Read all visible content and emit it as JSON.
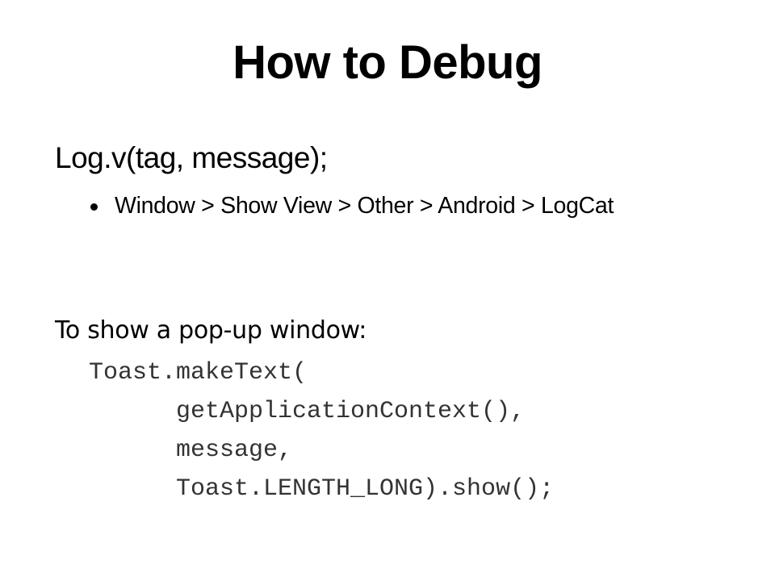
{
  "slide": {
    "title": "How to Debug",
    "heading1": "Log.v(tag, message);",
    "bullet": "Window > Show View > Other > Android > LogCat",
    "heading2": "To show a pop-up window:",
    "code_lines": [
      "Toast.makeText(",
      "getApplicationContext(),",
      "message,",
      "Toast.LENGTH_LONG).show();"
    ]
  }
}
